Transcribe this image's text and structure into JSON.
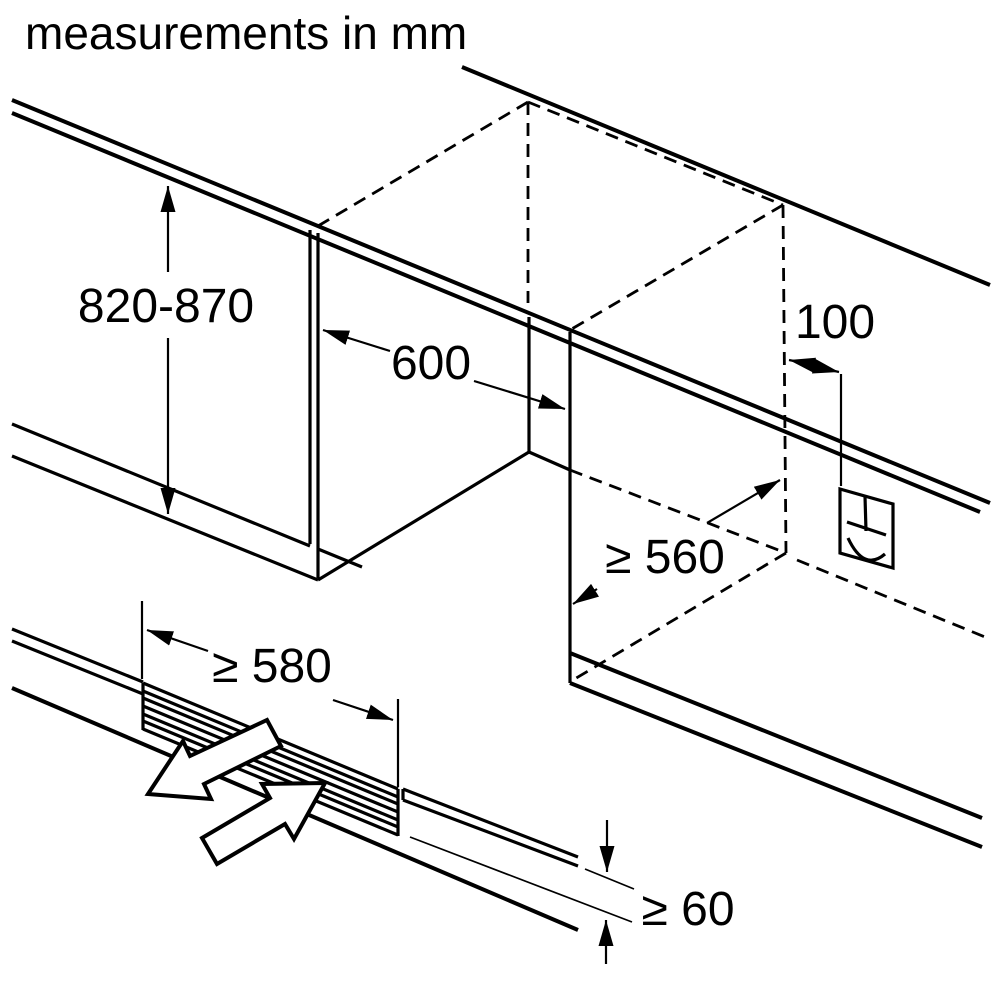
{
  "title": "measurements in mm",
  "measurements": {
    "niche_height": "820-870",
    "niche_width": "600",
    "socket_offset": "100",
    "niche_depth": "≥ 560",
    "plinth_cutout_width": "≥ 580",
    "plinth_clearance_height": "≥ 60"
  },
  "icons": {
    "socket": "power-socket-icon",
    "removal_out": "removal-direction-out-arrow",
    "removal_in": "removal-direction-in-arrow"
  },
  "colors": {
    "line": "#000000",
    "background": "#ffffff"
  }
}
